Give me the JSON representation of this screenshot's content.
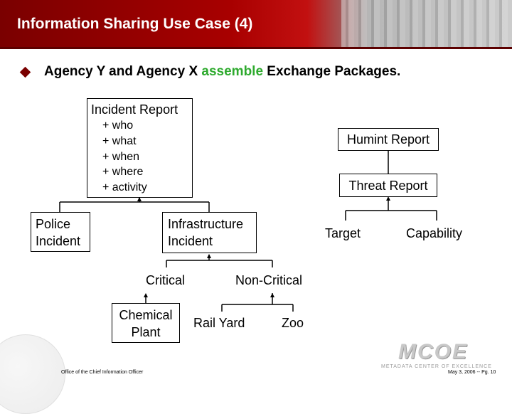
{
  "slide": {
    "title": "Information Sharing Use Case (4)",
    "bullet": {
      "before": "Agency Y and Agency X ",
      "highlight": "assemble",
      "after": " Exchange Packages."
    }
  },
  "diagram": {
    "incident_report": {
      "title": "Incident Report",
      "attributes": [
        "+ who",
        "+ what",
        "+ when",
        "+ where",
        "+ activity"
      ]
    },
    "police_incident": "Police\nIncident",
    "infrastructure_incident": "Infrastructure\nIncident",
    "critical": "Critical",
    "non_critical": "Non-Critical",
    "chemical_plant": "Chemical\nPlant",
    "rail_yard": "Rail Yard",
    "zoo": "Zoo",
    "humint_report": "Humint Report",
    "threat_report": "Threat Report",
    "target": "Target",
    "capability": "Capability"
  },
  "footer": {
    "office": "Office of the Chief Information Officer",
    "date_page": "May 3, 2006 -- Pg. 10",
    "logo": "MCOE",
    "logo_sub": "METADATA CENTER OF EXCELLENCE"
  },
  "colors": {
    "header": "#a80000",
    "highlight": "#2eaa2e"
  }
}
